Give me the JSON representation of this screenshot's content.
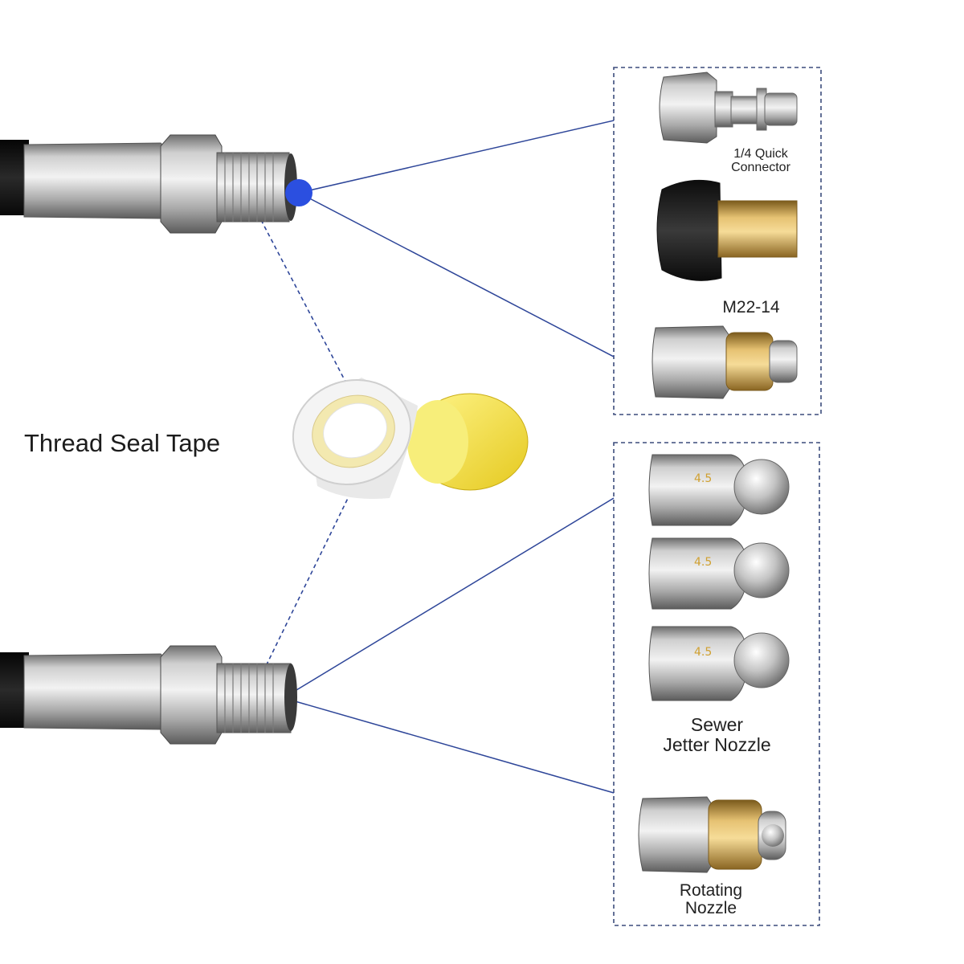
{
  "labels": {
    "quick_connector": [
      "1/4  Quick",
      "Connector"
    ],
    "m22": "M22-14",
    "sewer_nozzle": [
      "Sewer",
      "Jetter Nozzle"
    ],
    "rotating_nozzle": [
      "Rotating",
      "Nozzle"
    ],
    "thread_seal_tape": "Thread Seal Tape"
  },
  "colors": {
    "dot": "#2b4fe0",
    "connector_line": "#2e4699",
    "box_border": "#3c4c7c",
    "hose": "#1a1a1a",
    "steel": "#b8b8b8",
    "brass": "#c9a24b",
    "tape_cap": "#f2e640"
  }
}
